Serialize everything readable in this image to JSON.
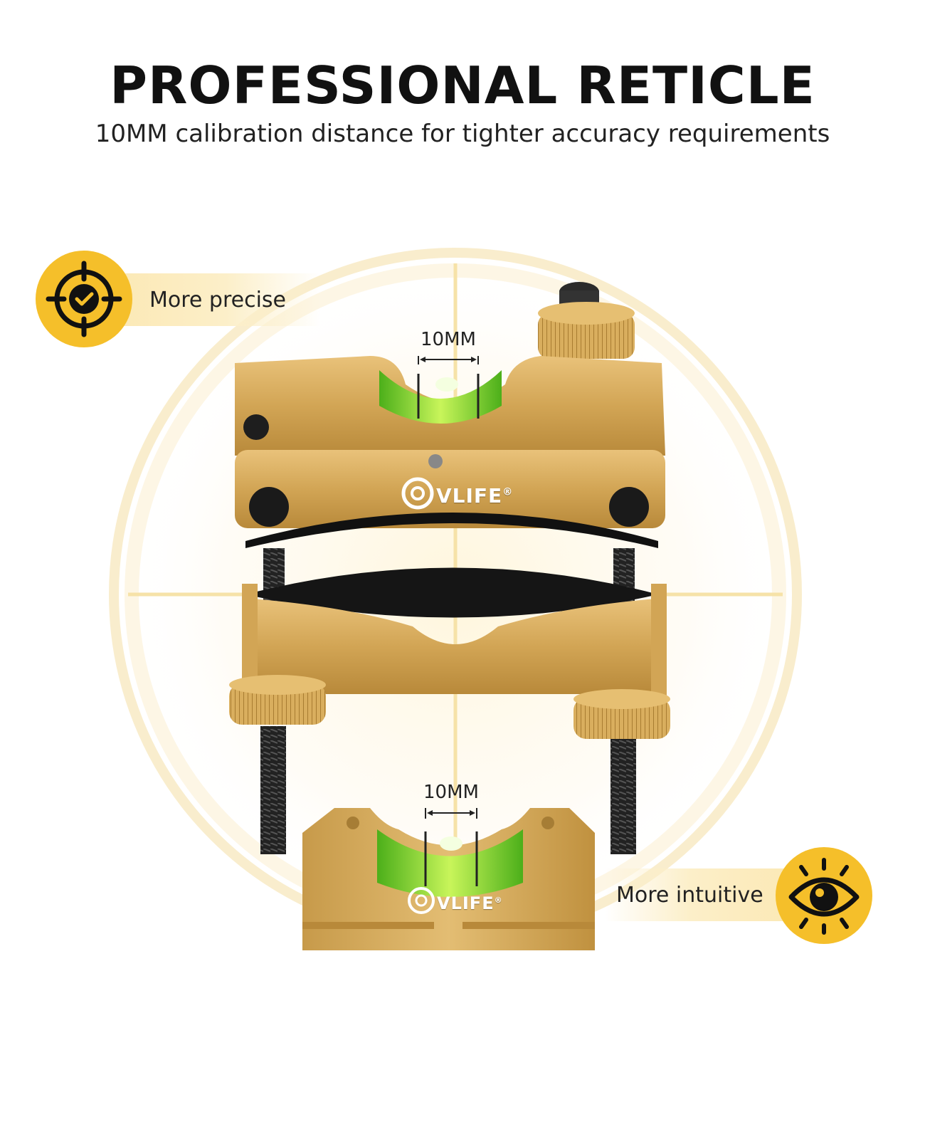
{
  "header": {
    "title": "PROFESSIONAL RETICLE",
    "subtitle": "10MM calibration distance for tighter accuracy requirements"
  },
  "callouts": [
    {
      "label": "More precise",
      "icon": "crosshair-check-icon"
    },
    {
      "label": "More intuitive",
      "icon": "eye-icon"
    }
  ],
  "product": {
    "top_unit": {
      "dimension_label": "10MM",
      "brand": "VLIFE",
      "brand_mark": "®"
    },
    "bottom_unit": {
      "dimension_label": "10MM",
      "brand": "VLIFE",
      "brand_mark": "®"
    }
  },
  "colors": {
    "accent": "#f5bf2a",
    "gold": "#c9a04a",
    "bubble_green": "#7ed321",
    "callout_fill": "#fbe7b0"
  }
}
